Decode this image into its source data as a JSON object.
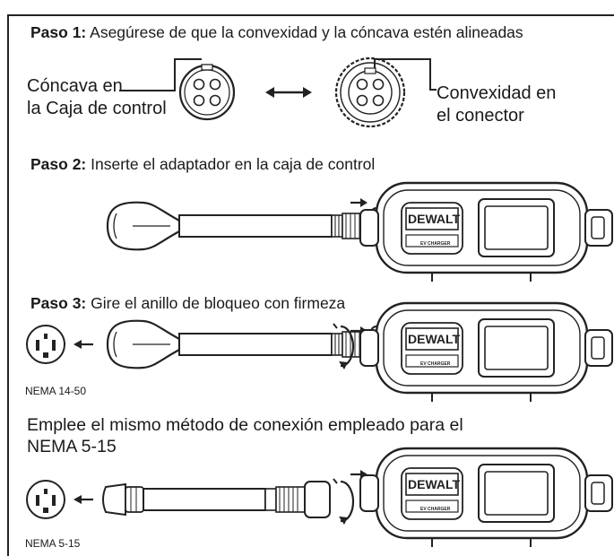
{
  "step1": {
    "label": "Paso 1:",
    "text": " Asegúrese de que la convexidad y la cóncava estén alineadas"
  },
  "concave_label": {
    "line1": "Cóncava en",
    "line2": "la Caja de control"
  },
  "convex_label": {
    "line1": "Convexidad en",
    "line2": "el conector"
  },
  "step2": {
    "label": "Paso 2:",
    "text": " Inserte el adaptador en la caja de control"
  },
  "step3": {
    "label": "Paso 3:",
    "text": " Gire el anillo de bloqueo con firmeza"
  },
  "outlet_1450_label": "NEMA 14-50",
  "note": {
    "line1": "Emplee el mismo método de conexión empleado para el",
    "line2": "NEMA 5-15"
  },
  "outlet_515_label": "NEMA 5-15",
  "device": {
    "brand": "DEWALT",
    "sub": "EV CHARGER"
  },
  "icons": [
    "concave-connector-icon",
    "convex-connector-icon",
    "double-arrow-icon",
    "outlet-icon",
    "charger-icon",
    "rotate-arrow-icon"
  ]
}
